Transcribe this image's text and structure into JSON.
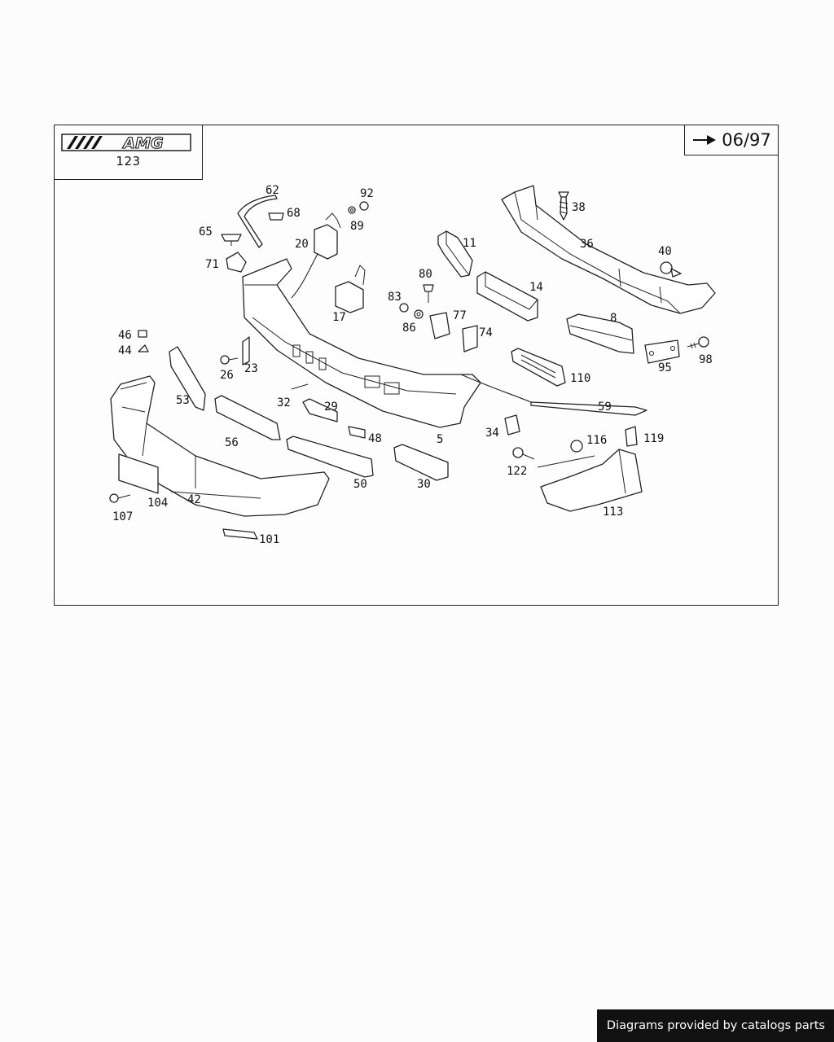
{
  "header": {
    "logo_ref": "123",
    "date_marker": "06/97"
  },
  "logo": {
    "lettering": "AMG"
  },
  "icons": {
    "arrow": "arrow-right-icon"
  },
  "callouts": [
    {
      "id": "p62",
      "text": "62"
    },
    {
      "id": "p68",
      "text": "68"
    },
    {
      "id": "p92",
      "text": "92"
    },
    {
      "id": "p89",
      "text": "89"
    },
    {
      "id": "p65",
      "text": "65"
    },
    {
      "id": "p20",
      "text": "20"
    },
    {
      "id": "p71",
      "text": "71"
    },
    {
      "id": "p17",
      "text": "17"
    },
    {
      "id": "p11",
      "text": "11"
    },
    {
      "id": "p38",
      "text": "38"
    },
    {
      "id": "p36",
      "text": "36"
    },
    {
      "id": "p40",
      "text": "40"
    },
    {
      "id": "p80",
      "text": "80"
    },
    {
      "id": "p14",
      "text": "14"
    },
    {
      "id": "p83",
      "text": "83"
    },
    {
      "id": "p86",
      "text": "86"
    },
    {
      "id": "p77",
      "text": "77"
    },
    {
      "id": "p74",
      "text": "74"
    },
    {
      "id": "p8",
      "text": "8"
    },
    {
      "id": "p46",
      "text": "46"
    },
    {
      "id": "p44",
      "text": "44"
    },
    {
      "id": "p26",
      "text": "26"
    },
    {
      "id": "p23",
      "text": "23"
    },
    {
      "id": "p95",
      "text": "95"
    },
    {
      "id": "p98",
      "text": "98"
    },
    {
      "id": "p110",
      "text": "110"
    },
    {
      "id": "p53",
      "text": "53"
    },
    {
      "id": "p32",
      "text": "32"
    },
    {
      "id": "p29",
      "text": "29"
    },
    {
      "id": "p59",
      "text": "59"
    },
    {
      "id": "p56",
      "text": "56"
    },
    {
      "id": "p48",
      "text": "48"
    },
    {
      "id": "p5",
      "text": "5"
    },
    {
      "id": "p34",
      "text": "34"
    },
    {
      "id": "p116",
      "text": "116"
    },
    {
      "id": "p119",
      "text": "119"
    },
    {
      "id": "p122",
      "text": "122"
    },
    {
      "id": "p50",
      "text": "50"
    },
    {
      "id": "p30",
      "text": "30"
    },
    {
      "id": "p104",
      "text": "104"
    },
    {
      "id": "p42",
      "text": "42"
    },
    {
      "id": "p107",
      "text": "107"
    },
    {
      "id": "p113",
      "text": "113"
    },
    {
      "id": "p101",
      "text": "101"
    }
  ],
  "footer": {
    "credit": "Diagrams provided by catalogs parts"
  }
}
